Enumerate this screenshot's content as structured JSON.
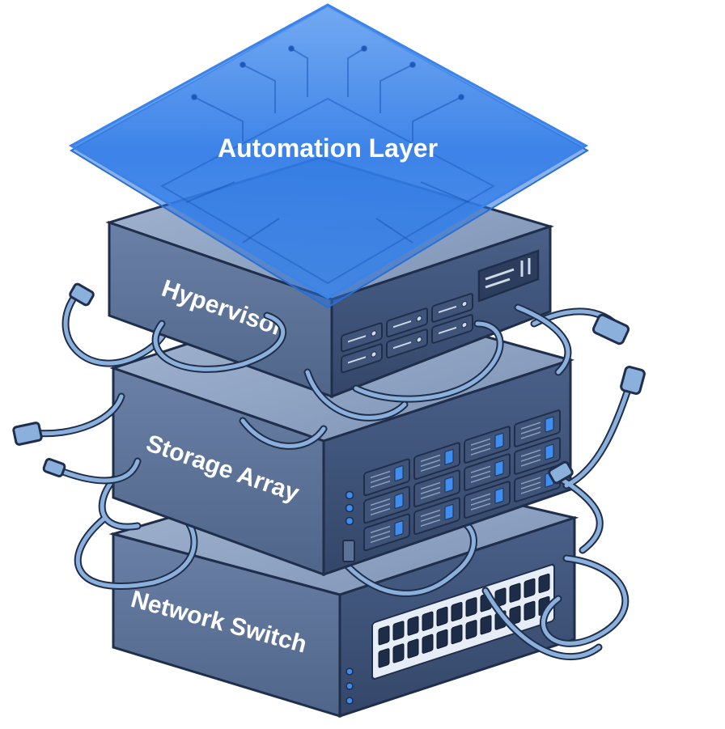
{
  "layers": {
    "automation": {
      "label": "Automation Layer"
    },
    "hypervisor": {
      "label": "Hypervisor"
    },
    "storage": {
      "label": "Storage Array"
    },
    "network": {
      "label": "Network Switch"
    }
  },
  "colors": {
    "automation_fill": "#2f7be8",
    "hardware_top": "#8ea2c0",
    "hardware_front": "#5b7196",
    "hardware_side": "#3f5478",
    "outline": "#1f2e4a",
    "cable": "#7fa6d6",
    "port": "#1d2c47",
    "indicator": "#3d8ef0"
  }
}
